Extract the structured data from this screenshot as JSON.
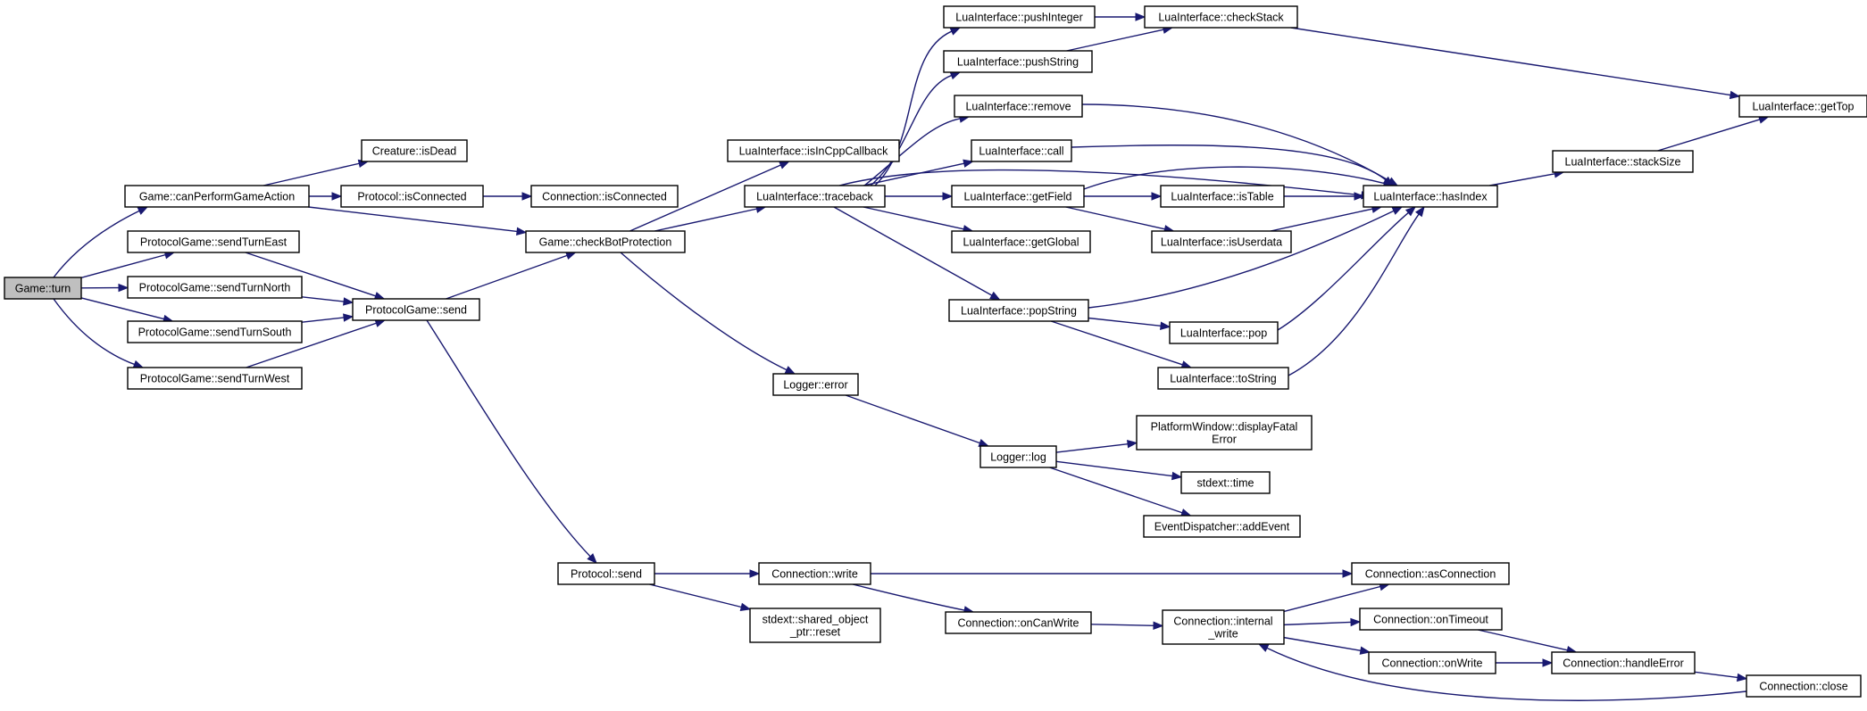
{
  "nodes": [
    {
      "id": "game_turn",
      "lines": [
        "Game::turn"
      ],
      "root": true
    },
    {
      "id": "game_canPerform",
      "lines": [
        "Game::canPerformGameAction"
      ]
    },
    {
      "id": "pg_sendTurnEast",
      "lines": [
        "ProtocolGame::sendTurnEast"
      ]
    },
    {
      "id": "pg_sendTurnNorth",
      "lines": [
        "ProtocolGame::sendTurnNorth"
      ]
    },
    {
      "id": "pg_sendTurnSouth",
      "lines": [
        "ProtocolGame::sendTurnSouth"
      ]
    },
    {
      "id": "pg_sendTurnWest",
      "lines": [
        "ProtocolGame::sendTurnWest"
      ]
    },
    {
      "id": "creature_isDead",
      "lines": [
        "Creature::isDead"
      ]
    },
    {
      "id": "protocol_isConnected",
      "lines": [
        "Protocol::isConnected"
      ]
    },
    {
      "id": "connection_isConnected",
      "lines": [
        "Connection::isConnected"
      ]
    },
    {
      "id": "pg_send",
      "lines": [
        "ProtocolGame::send"
      ]
    },
    {
      "id": "game_checkBot",
      "lines": [
        "Game::checkBotProtection"
      ]
    },
    {
      "id": "lua_isInCpp",
      "lines": [
        "LuaInterface::isInCppCallback"
      ]
    },
    {
      "id": "lua_traceback",
      "lines": [
        "LuaInterface::traceback"
      ]
    },
    {
      "id": "lua_pushInteger",
      "lines": [
        "LuaInterface::pushInteger"
      ]
    },
    {
      "id": "lua_pushString",
      "lines": [
        "LuaInterface::pushString"
      ]
    },
    {
      "id": "lua_checkStack",
      "lines": [
        "LuaInterface::checkStack"
      ]
    },
    {
      "id": "lua_remove",
      "lines": [
        "LuaInterface::remove"
      ]
    },
    {
      "id": "lua_call",
      "lines": [
        "LuaInterface::call"
      ]
    },
    {
      "id": "lua_getField",
      "lines": [
        "LuaInterface::getField"
      ]
    },
    {
      "id": "lua_getGlobal",
      "lines": [
        "LuaInterface::getGlobal"
      ]
    },
    {
      "id": "lua_popString",
      "lines": [
        "LuaInterface::popString"
      ]
    },
    {
      "id": "lua_isTable",
      "lines": [
        "LuaInterface::isTable"
      ]
    },
    {
      "id": "lua_isUserdata",
      "lines": [
        "LuaInterface::isUserdata"
      ]
    },
    {
      "id": "lua_pop",
      "lines": [
        "LuaInterface::pop"
      ]
    },
    {
      "id": "lua_toString",
      "lines": [
        "LuaInterface::toString"
      ]
    },
    {
      "id": "lua_hasIndex",
      "lines": [
        "LuaInterface::hasIndex"
      ]
    },
    {
      "id": "lua_stackSize",
      "lines": [
        "LuaInterface::stackSize"
      ]
    },
    {
      "id": "lua_getTop",
      "lines": [
        "LuaInterface::getTop"
      ]
    },
    {
      "id": "logger_error",
      "lines": [
        "Logger::error"
      ]
    },
    {
      "id": "logger_log",
      "lines": [
        "Logger::log"
      ]
    },
    {
      "id": "platform_fatal",
      "lines": [
        "PlatformWindow::displayFatal",
        "Error"
      ]
    },
    {
      "id": "stdext_time",
      "lines": [
        "stdext::time"
      ]
    },
    {
      "id": "event_addEvent",
      "lines": [
        "EventDispatcher::addEvent"
      ]
    },
    {
      "id": "protocol_send",
      "lines": [
        "Protocol::send"
      ]
    },
    {
      "id": "connection_write",
      "lines": [
        "Connection::write"
      ]
    },
    {
      "id": "stdext_reset",
      "lines": [
        "stdext::shared_object",
        "_ptr::reset"
      ]
    },
    {
      "id": "connection_onCanWrite",
      "lines": [
        "Connection::onCanWrite"
      ]
    },
    {
      "id": "connection_internalWrite",
      "lines": [
        "Connection::internal",
        "_write"
      ]
    },
    {
      "id": "connection_asConnection",
      "lines": [
        "Connection::asConnection"
      ]
    },
    {
      "id": "connection_onTimeout",
      "lines": [
        "Connection::onTimeout"
      ]
    },
    {
      "id": "connection_onWrite",
      "lines": [
        "Connection::onWrite"
      ]
    },
    {
      "id": "connection_handleError",
      "lines": [
        "Connection::handleError"
      ]
    },
    {
      "id": "connection_close",
      "lines": [
        "Connection::close"
      ]
    }
  ],
  "edges": [
    [
      "game_turn",
      "game_canPerform"
    ],
    [
      "game_turn",
      "pg_sendTurnEast"
    ],
    [
      "game_turn",
      "pg_sendTurnNorth"
    ],
    [
      "game_turn",
      "pg_sendTurnSouth"
    ],
    [
      "game_turn",
      "pg_sendTurnWest"
    ],
    [
      "game_canPerform",
      "creature_isDead"
    ],
    [
      "game_canPerform",
      "protocol_isConnected"
    ],
    [
      "game_canPerform",
      "game_checkBot"
    ],
    [
      "protocol_isConnected",
      "connection_isConnected"
    ],
    [
      "pg_sendTurnEast",
      "pg_send"
    ],
    [
      "pg_sendTurnNorth",
      "pg_send"
    ],
    [
      "pg_sendTurnSouth",
      "pg_send"
    ],
    [
      "pg_sendTurnWest",
      "pg_send"
    ],
    [
      "pg_send",
      "game_checkBot"
    ],
    [
      "pg_send",
      "protocol_send"
    ],
    [
      "game_checkBot",
      "lua_isInCpp"
    ],
    [
      "game_checkBot",
      "lua_traceback"
    ],
    [
      "game_checkBot",
      "logger_error"
    ],
    [
      "lua_traceback",
      "lua_pushInteger"
    ],
    [
      "lua_traceback",
      "lua_pushString"
    ],
    [
      "lua_traceback",
      "lua_remove"
    ],
    [
      "lua_traceback",
      "lua_call"
    ],
    [
      "lua_traceback",
      "lua_getField"
    ],
    [
      "lua_traceback",
      "lua_getGlobal"
    ],
    [
      "lua_traceback",
      "lua_popString"
    ],
    [
      "lua_traceback",
      "lua_hasIndex"
    ],
    [
      "lua_pushInteger",
      "lua_checkStack"
    ],
    [
      "lua_pushString",
      "lua_checkStack"
    ],
    [
      "lua_checkStack",
      "lua_getTop"
    ],
    [
      "lua_remove",
      "lua_hasIndex"
    ],
    [
      "lua_call",
      "lua_hasIndex"
    ],
    [
      "lua_getField",
      "lua_isTable"
    ],
    [
      "lua_getField",
      "lua_isUserdata"
    ],
    [
      "lua_getField",
      "lua_hasIndex"
    ],
    [
      "lua_isTable",
      "lua_hasIndex"
    ],
    [
      "lua_isUserdata",
      "lua_hasIndex"
    ],
    [
      "lua_popString",
      "lua_pop"
    ],
    [
      "lua_popString",
      "lua_toString"
    ],
    [
      "lua_popString",
      "lua_hasIndex"
    ],
    [
      "lua_pop",
      "lua_hasIndex"
    ],
    [
      "lua_toString",
      "lua_hasIndex"
    ],
    [
      "lua_hasIndex",
      "lua_stackSize"
    ],
    [
      "lua_stackSize",
      "lua_getTop"
    ],
    [
      "logger_error",
      "logger_log"
    ],
    [
      "logger_log",
      "platform_fatal"
    ],
    [
      "logger_log",
      "stdext_time"
    ],
    [
      "logger_log",
      "event_addEvent"
    ],
    [
      "protocol_send",
      "connection_write"
    ],
    [
      "protocol_send",
      "stdext_reset"
    ],
    [
      "connection_write",
      "connection_asConnection"
    ],
    [
      "connection_write",
      "connection_onCanWrite"
    ],
    [
      "connection_onCanWrite",
      "connection_internalWrite"
    ],
    [
      "connection_internalWrite",
      "connection_asConnection"
    ],
    [
      "connection_internalWrite",
      "connection_onTimeout"
    ],
    [
      "connection_internalWrite",
      "connection_onWrite"
    ],
    [
      "connection_onTimeout",
      "connection_handleError"
    ],
    [
      "connection_onWrite",
      "connection_handleError"
    ],
    [
      "connection_handleError",
      "connection_close"
    ],
    [
      "connection_close",
      "connection_internalWrite"
    ]
  ]
}
